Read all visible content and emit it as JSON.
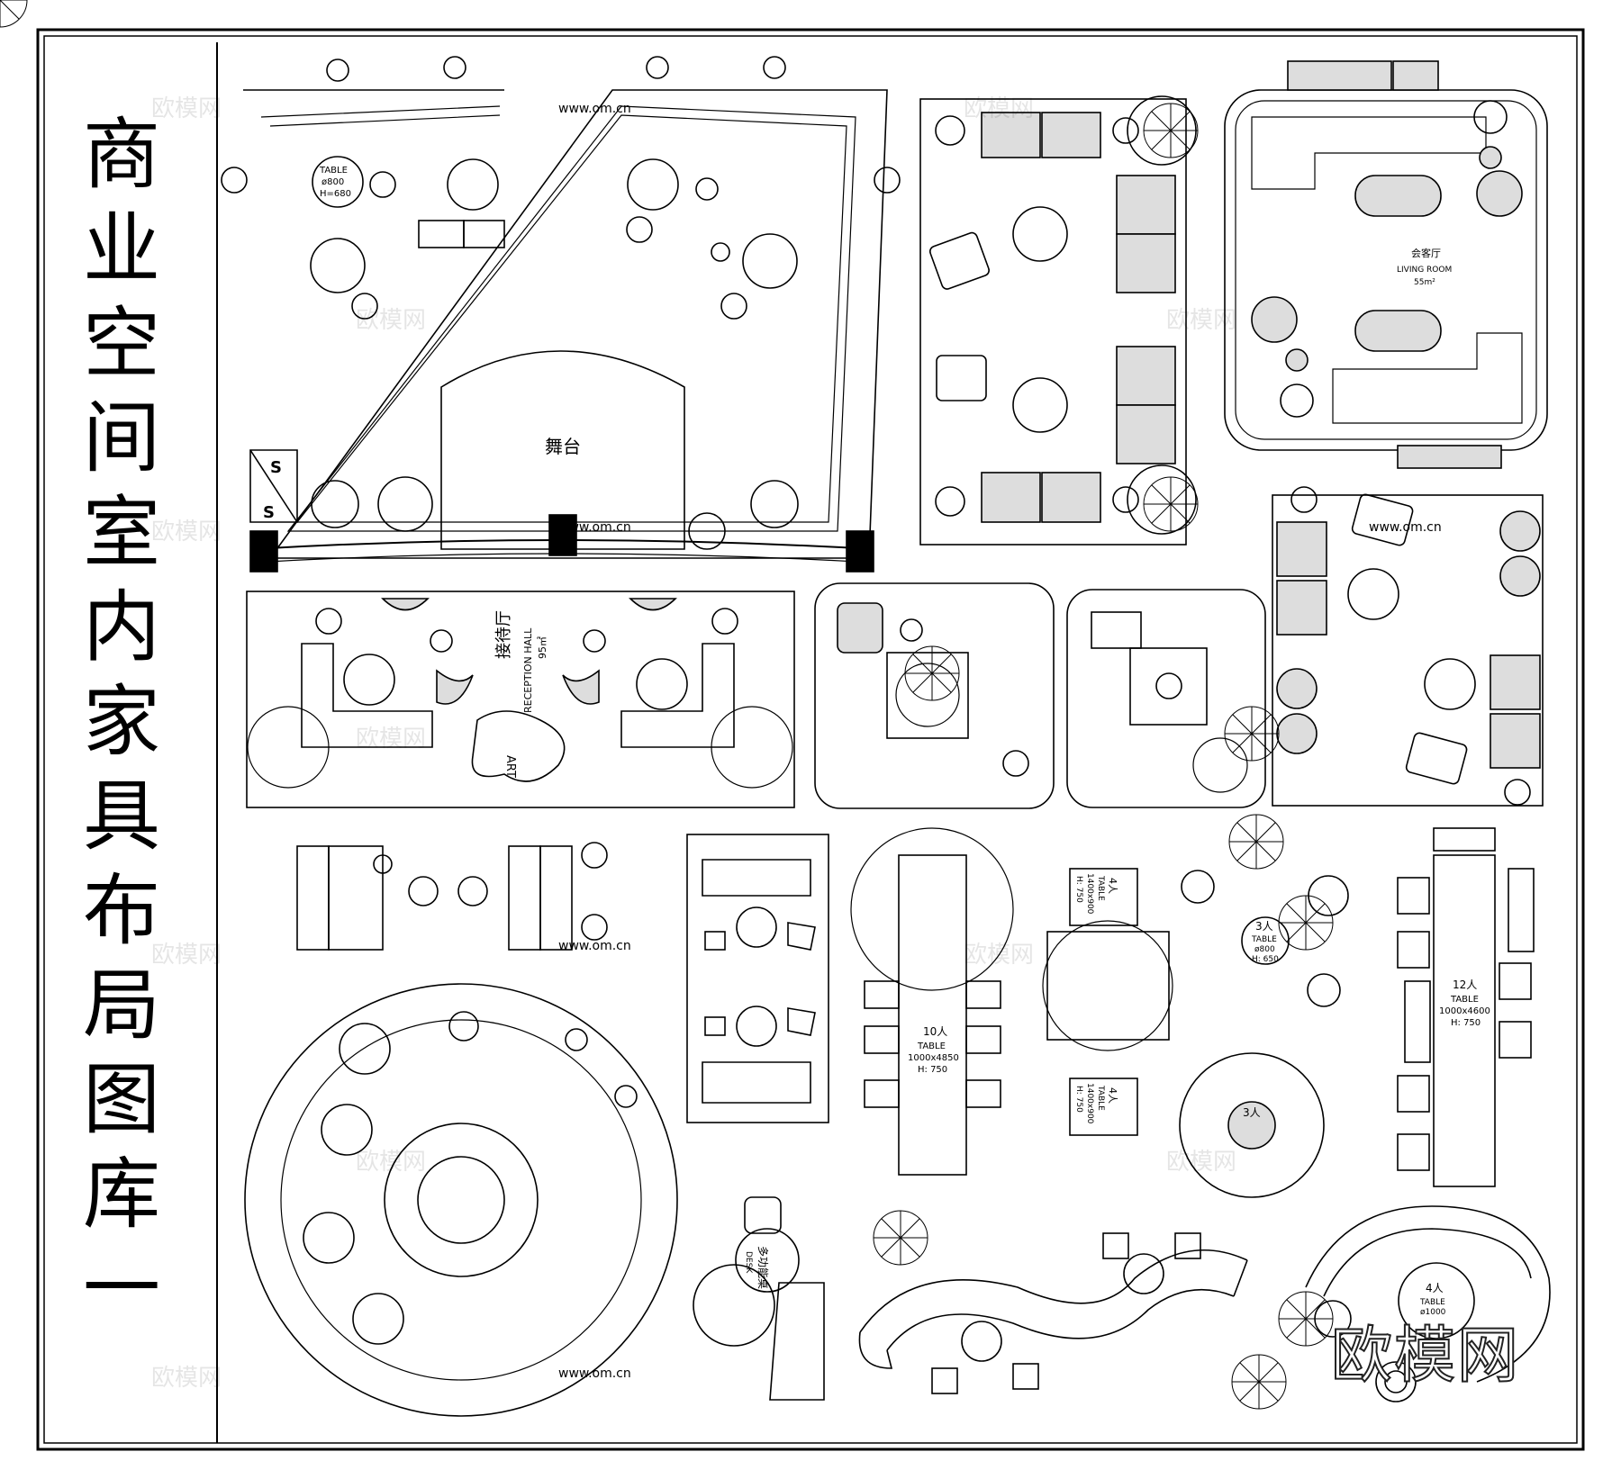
{
  "title": "商业空间室内家具布局图库一",
  "watermark": "欧模网",
  "watermark_url": "www.om.cn",
  "labels": {
    "stage": "舞台",
    "s1": "S",
    "s2": "S",
    "table_banquet": "TABLE",
    "table_banquet_d": "ø800",
    "table_banquet_h": "H=680",
    "living_room_cn": "会客厅",
    "living_room_en": "LIVING ROOM",
    "living_room_area": "55m²",
    "reception_cn": "接待厅",
    "reception_en": "RECEPTION HALL",
    "reception_area": "95㎡",
    "art": "ART",
    "t10_people": "10人",
    "t10_table": "TABLE",
    "t10_size": "1000x4850",
    "t10_h": "H: 750",
    "t4a_people": "4人",
    "t4a_table": "TABLE",
    "t4a_size": "1400x900",
    "t4a_h": "H: 750",
    "t4b_people": "4人",
    "t4b_table": "TABLE",
    "t4b_size": "1400x900",
    "t4b_h": "H: 750",
    "t3a_people": "3人",
    "t3a_table": "TABLE",
    "t3a_d": "ø800",
    "t3a_h": "H: 650",
    "t3b_people": "3人",
    "t12_people": "12人",
    "t12_table": "TABLE",
    "t12_size": "1000x4600",
    "t12_h": "H: 750",
    "desk_cn": "多功能桌",
    "desk_en": "DESK",
    "t4c_people": "4人",
    "t4c_table": "TABLE",
    "t4c_d": "ø1000"
  }
}
